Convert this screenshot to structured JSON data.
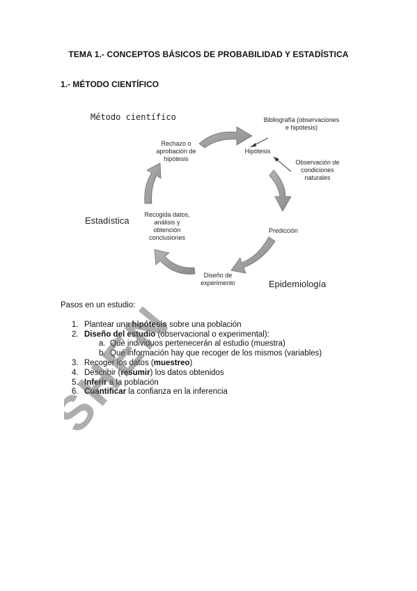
{
  "document": {
    "title": "TEMA 1.- CONCEPTOS BÁSICOS DE PROBABILIDAD Y ESTADÍSTICA",
    "section_title": "1.- MÉTODO CIENTÍFICO"
  },
  "diagram": {
    "title": "Método científico",
    "nodes": {
      "hypothesis": "Hipótesis",
      "prediction": "Predicción",
      "design": "Diseño de experimento",
      "collect": "Recogida datos, análisis y obtención conclusiones",
      "reject": "Rechazo o aprobación de hipótesis"
    },
    "inputs": {
      "bibliography": "Bibliografía (observaciones e hipótesis)",
      "observation": "Observación de condiciones naturales"
    },
    "areas": {
      "statistics": "Estadística",
      "epidemiology": "Epidemiología"
    },
    "arrow_color": "#9a9a9a"
  },
  "steps": {
    "intro": "Pasos en un estudio:",
    "items": [
      {
        "num": "1.",
        "pre": "Plantear una ",
        "bold": "hipótesis",
        "post": " sobre una población"
      },
      {
        "num": "2.",
        "pre": "",
        "bold": "Diseño del estudio",
        "post": " (observacional o experimental):"
      },
      {
        "num": "3.",
        "pre": "Recoger los datos (",
        "bold": "muestreo",
        "post": ")"
      },
      {
        "num": "4.",
        "pre": "Describir (",
        "bold": "resumir",
        "post": ") los datos obtenidos"
      },
      {
        "num": "5.",
        "pre": "",
        "bold": "Inferir",
        "post": " a la población"
      },
      {
        "num": "6.",
        "pre": "",
        "bold": "Cuantificar",
        "post": " la confianza en la inferencia"
      }
    ],
    "subitems": [
      {
        "num": "a.",
        "text": "Qué individuos pertenecerán al estudio (muestra)"
      },
      {
        "num": "b.",
        "text": "Qué información hay que recoger de los mismos (variables)"
      }
    ]
  },
  "watermark": {
    "text": "SHEN"
  }
}
